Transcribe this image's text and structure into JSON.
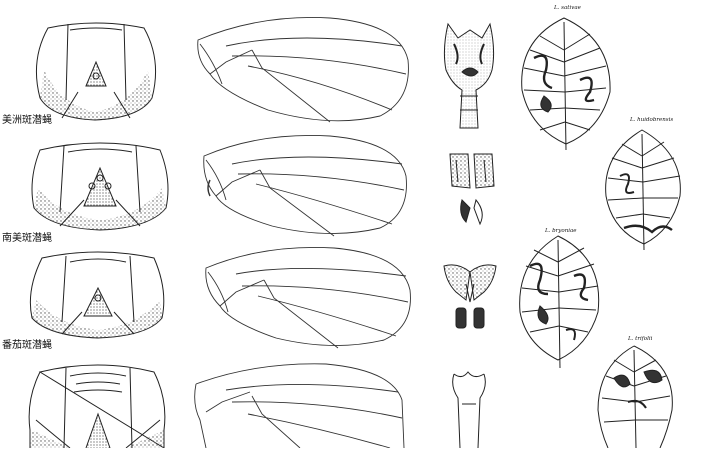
{
  "species_labels": [
    "美洲斑潜蝇",
    "南美斑潜蝇",
    "番茄斑潜蝇"
  ],
  "leaf_labels": [
    "L. sativae",
    "L. huidobrensis",
    "L. bryoniae",
    "L. trifolii"
  ],
  "colors": {
    "ink": "#222222",
    "stipple": "#555555",
    "background": "#ffffff"
  }
}
